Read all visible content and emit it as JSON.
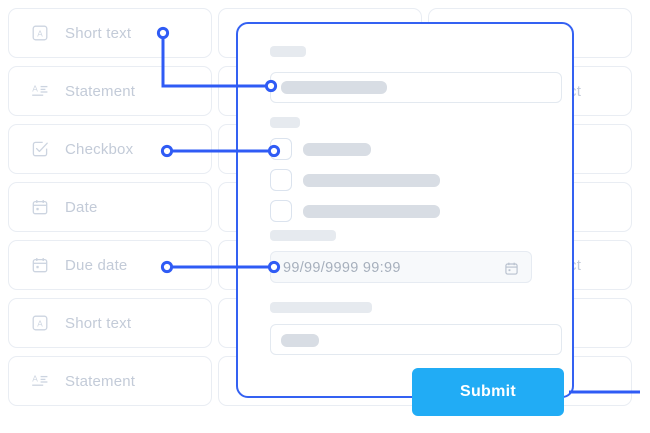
{
  "palette": {
    "connector_blue": "#2f5bf5",
    "panel_border_blue": "#3461f2",
    "submit_blue": "#21acf5",
    "card_border": "#e9edf3",
    "label_gray": "#c3cbd8",
    "placeholder_gray": "#d8dde4",
    "date_text_gray": "#a7b0bd"
  },
  "field_types": {
    "column_1": [
      {
        "label": "Short text",
        "icon": "short-text-icon"
      },
      {
        "label": "Statement",
        "icon": "statement-icon"
      },
      {
        "label": "Checkbox",
        "icon": "checkbox-icon"
      },
      {
        "label": "Date",
        "icon": "calendar-icon"
      },
      {
        "label": "Due date",
        "icon": "calendar-icon"
      },
      {
        "label": "Short text",
        "icon": "short-text-icon"
      },
      {
        "label": "Statement",
        "icon": "statement-icon"
      }
    ],
    "column_2": [
      {
        "label": "",
        "icon": ""
      },
      {
        "label": "",
        "icon": ""
      },
      {
        "label": "",
        "icon": ""
      },
      {
        "label": "",
        "icon": ""
      },
      {
        "label": "",
        "icon": ""
      },
      {
        "label": "",
        "icon": ""
      },
      {
        "label": "",
        "icon": ""
      }
    ],
    "column_3": [
      {
        "label": "",
        "icon": ""
      },
      {
        "label": "ct",
        "icon": ""
      },
      {
        "label": "",
        "icon": ""
      },
      {
        "label": "",
        "icon": ""
      },
      {
        "label": "ct",
        "icon": ""
      },
      {
        "label": "",
        "icon": ""
      },
      {
        "label": "",
        "icon": ""
      }
    ]
  },
  "form_panel": {
    "date_field_value": "99/99/9999 99:99",
    "date_field_icon": "calendar-icon",
    "checkbox_count": 3
  },
  "submit": {
    "label": "Submit"
  }
}
